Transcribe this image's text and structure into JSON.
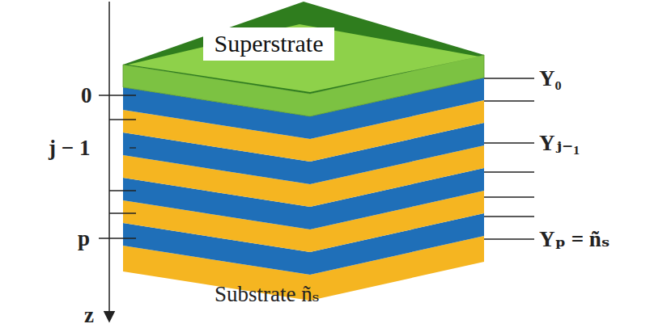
{
  "diagram": {
    "nodes": [
      {
        "text": [
          "Superstrate"
        ]
      }
    ],
    "labels": [
      "0",
      "j − 1",
      "p",
      "Y₀",
      "Yⱼ₋₁",
      "Yₚ = ñₛ",
      "Substrate ñₛ",
      "z"
    ]
  }
}
